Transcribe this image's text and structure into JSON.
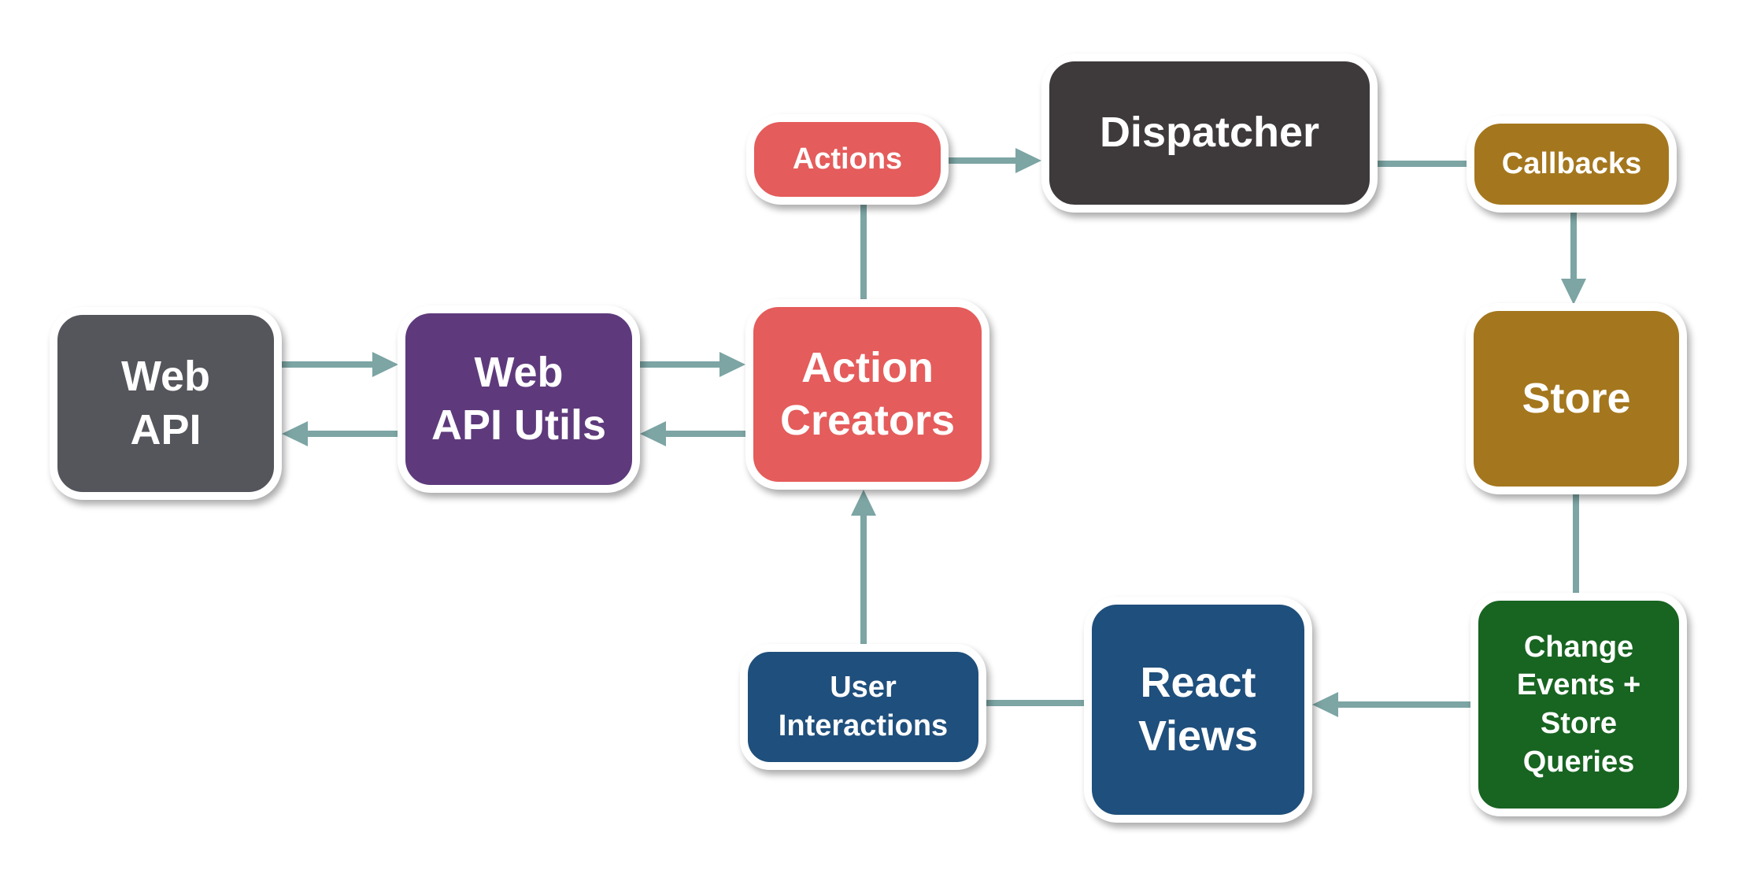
{
  "nodes": {
    "web_api": {
      "lines": [
        "Web",
        "API"
      ]
    },
    "web_api_utils": {
      "lines": [
        "Web",
        "API Utils"
      ]
    },
    "action_creators": {
      "lines": [
        "Action",
        "Creators"
      ]
    },
    "actions": {
      "label": "Actions"
    },
    "dispatcher": {
      "label": "Dispatcher"
    },
    "callbacks": {
      "label": "Callbacks"
    },
    "store": {
      "label": "Store"
    },
    "change_events": {
      "lines": [
        "Change",
        "Events +",
        "Store",
        "Queries"
      ]
    },
    "react_views": {
      "lines": [
        "React",
        "Views"
      ]
    },
    "user_interactions": {
      "lines": [
        "User",
        "Interactions"
      ]
    }
  },
  "connections": [
    {
      "from": "web_api",
      "to": "web_api_utils",
      "arrow": true
    },
    {
      "from": "web_api_utils",
      "to": "web_api",
      "arrow": true
    },
    {
      "from": "web_api_utils",
      "to": "action_creators",
      "arrow": true
    },
    {
      "from": "action_creators",
      "to": "web_api_utils",
      "arrow": true
    },
    {
      "from": "action_creators",
      "to": "actions",
      "arrow": false
    },
    {
      "from": "actions",
      "to": "dispatcher",
      "arrow": true
    },
    {
      "from": "dispatcher",
      "to": "callbacks",
      "arrow": false
    },
    {
      "from": "callbacks",
      "to": "store",
      "arrow": true
    },
    {
      "from": "store",
      "to": "change_events",
      "arrow": false
    },
    {
      "from": "change_events",
      "to": "react_views",
      "arrow": true
    },
    {
      "from": "react_views",
      "to": "user_interactions",
      "arrow": false
    },
    {
      "from": "user_interactions",
      "to": "action_creators",
      "arrow": true
    }
  ],
  "colors": {
    "gray_medium": "#55565C",
    "gray_dark": "#3E3A3B",
    "purple": "#5E3A7C",
    "coral": "#E45C5B",
    "gold": "#A4771E",
    "green": "#186421",
    "blue": "#1F4F7C",
    "arrow": "#7CA5A4",
    "box_border": "#FFFFFF",
    "text": "#FFFFFF",
    "background": "#FFFFFF"
  }
}
